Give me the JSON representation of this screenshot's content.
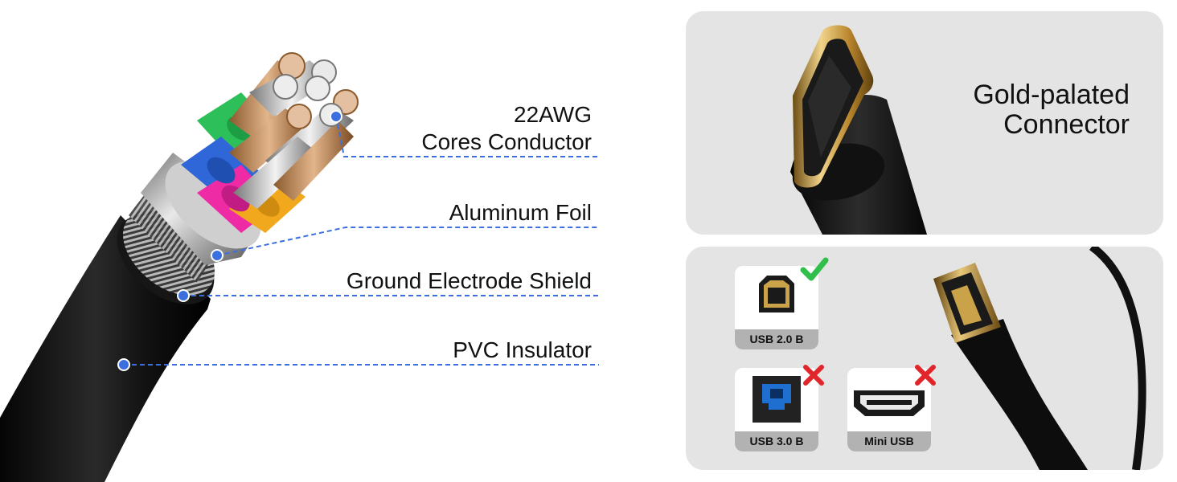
{
  "labels": {
    "cores_line1": "22AWG",
    "cores_line2": "Cores Conductor",
    "foil": "Aluminum Foil",
    "shield": "Ground Electrode Shield",
    "insulator": "PVC Insulator"
  },
  "connector": {
    "line1": "Gold-palated",
    "line2": "Connector"
  },
  "ports": [
    {
      "label": "USB 2.0 B",
      "status": "compatible"
    },
    {
      "label": "USB 3.0 B",
      "status": "incompatible"
    },
    {
      "label": "Mini USB",
      "status": "incompatible"
    }
  ],
  "colors": {
    "callout_line": "#3b6fe0",
    "check": "#2fbf4a",
    "cross": "#e0262b",
    "port_blue": "#1f6fd1",
    "gold": "#c9a24a"
  }
}
